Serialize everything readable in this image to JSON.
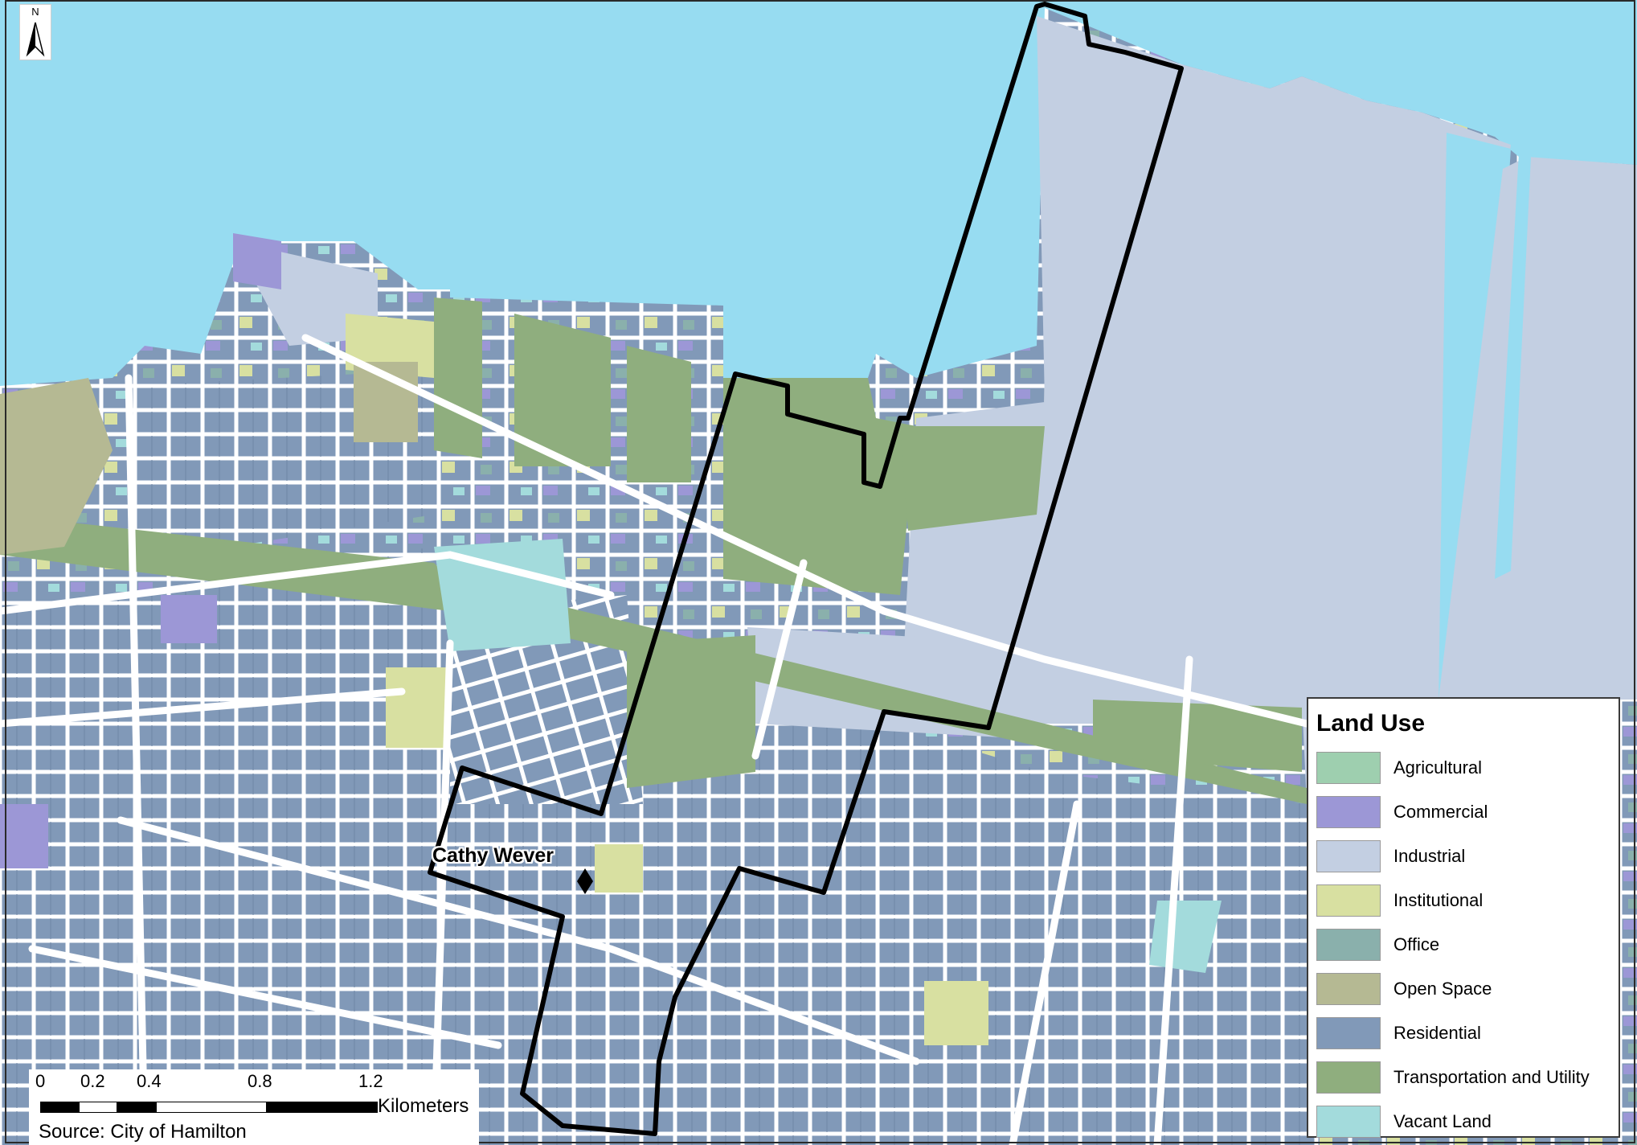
{
  "legend": {
    "title": "Land Use",
    "items": [
      {
        "label": "Agricultural",
        "color": "#9ecfaf"
      },
      {
        "label": "Commercial",
        "color": "#9c97d6"
      },
      {
        "label": "Industrial",
        "color": "#c3cfe2"
      },
      {
        "label": "Institutional",
        "color": "#d8e0a1"
      },
      {
        "label": "Office",
        "color": "#8ab0ac"
      },
      {
        "label": "Open Space",
        "color": "#b5b993"
      },
      {
        "label": "Residential",
        "color": "#8199b8"
      },
      {
        "label": "Transportation and Utility",
        "color": "#8fae7e"
      },
      {
        "label": "Vacant Land",
        "color": "#a3dbdc"
      }
    ]
  },
  "north_arrow": {
    "label": "N"
  },
  "scale_bar": {
    "ticks": [
      "0",
      "0.2",
      "0.4",
      "0.8",
      "1.2"
    ],
    "unit": "Kilometers"
  },
  "source": "Source: City of Hamilton",
  "place_label": "Cathy Wever",
  "colors": {
    "water": "#97dcf1",
    "road": "#ffffff",
    "boundary": "#000000"
  }
}
